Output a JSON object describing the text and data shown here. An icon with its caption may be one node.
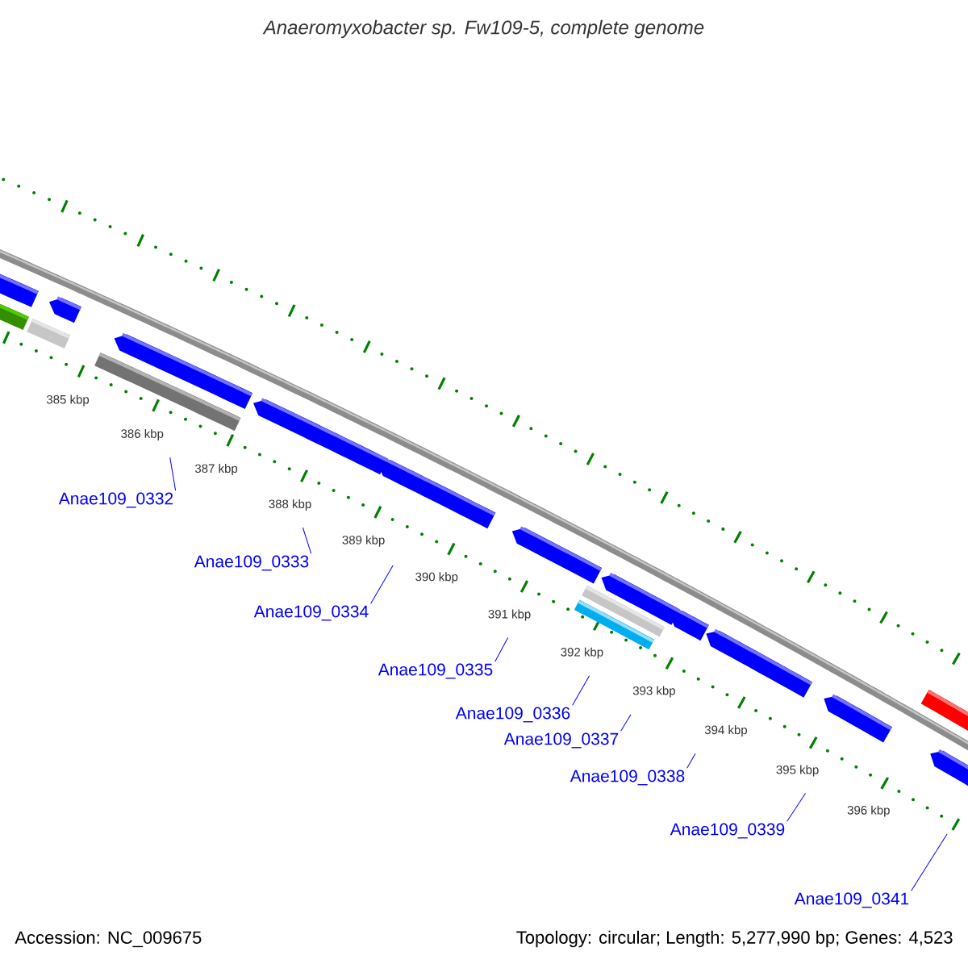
{
  "diagram": {
    "title": "Anaeromyxobacter sp. Fw109-5, complete genome",
    "nodes": [
      {
        "text": [
          "Anae109_0332"
        ]
      },
      {
        "text": [
          "Anae109_0333"
        ]
      },
      {
        "text": [
          "Anae109_0334"
        ]
      },
      {
        "text": [
          "Anae109_0335"
        ]
      },
      {
        "text": [
          "Anae109_0336"
        ]
      },
      {
        "text": [
          "Anae109_0337"
        ]
      },
      {
        "text": [
          "Anae109_0338"
        ]
      },
      {
        "text": [
          "Anae109_0339"
        ]
      },
      {
        "text": [
          "Anae109_0341"
        ]
      }
    ],
    "edges": [
      {
        "from": 0,
        "to": null,
        "arrow": "none"
      },
      {
        "from": 1,
        "to": null,
        "arrow": "none"
      },
      {
        "from": 2,
        "to": null,
        "arrow": "none"
      },
      {
        "from": 3,
        "to": null,
        "arrow": "none"
      },
      {
        "from": 4,
        "to": null,
        "arrow": "none"
      },
      {
        "from": 5,
        "to": null,
        "arrow": "none"
      },
      {
        "from": 6,
        "to": null,
        "arrow": "none"
      },
      {
        "from": 7,
        "to": null,
        "arrow": "none"
      },
      {
        "from": 8,
        "to": null,
        "arrow": "none"
      }
    ],
    "labels": [
      "385 kbp",
      "386 kbp",
      "387 kbp",
      "388 kbp",
      "389 kbp",
      "390 kbp",
      "391 kbp",
      "392 kbp",
      "393 kbp",
      "394 kbp",
      "395 kbp",
      "396 kbp",
      "Accession: NC_009675",
      "Topology: circular; Length: 5,277,990 bp; Genes: 4,523"
    ]
  }
}
